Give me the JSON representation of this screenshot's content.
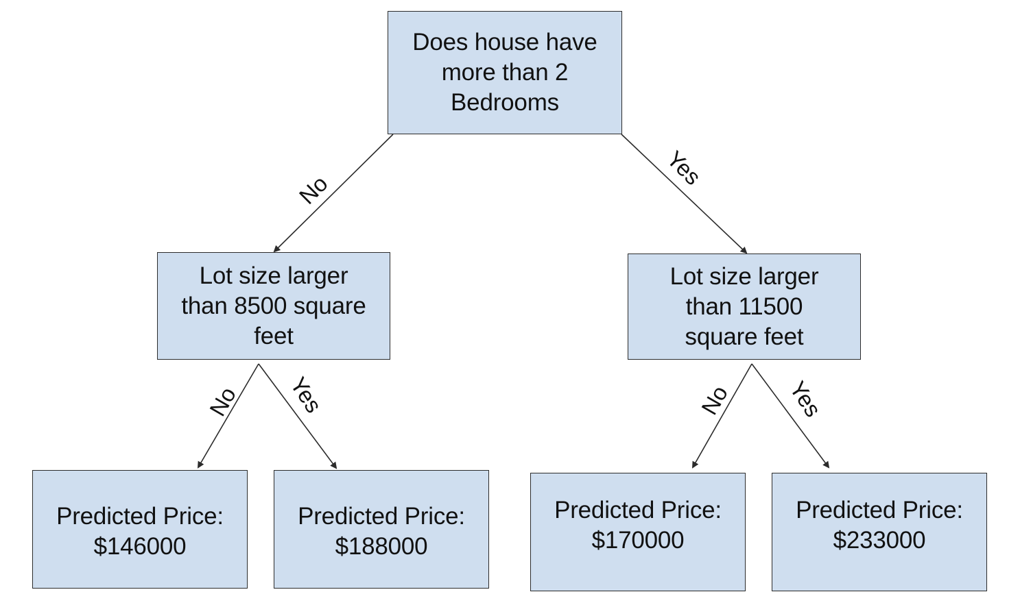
{
  "nodes": {
    "root": {
      "lines": [
        "Does house have",
        "more than 2",
        "Bedrooms"
      ]
    },
    "left": {
      "lines": [
        "Lot size larger",
        "than 8500 square",
        "feet"
      ]
    },
    "right": {
      "lines": [
        "Lot size larger",
        "than 11500",
        "square feet"
      ]
    },
    "leaf1": {
      "lines": [
        "Predicted Price:",
        "$146000"
      ]
    },
    "leaf2": {
      "lines": [
        "Predicted Price:",
        "$188000"
      ]
    },
    "leaf3": {
      "lines": [
        "Predicted Price:",
        "$170000"
      ]
    },
    "leaf4": {
      "lines": [
        "Predicted Price:",
        "$233000"
      ]
    }
  },
  "edges": {
    "root_left": "No",
    "root_right": "Yes",
    "left_leaf1": "No",
    "left_leaf2": "Yes",
    "right_leaf3": "No",
    "right_leaf4": "Yes"
  },
  "colors": {
    "node_fill": "#cfdeef",
    "node_border": "#2b2b2b",
    "text": "#111111"
  }
}
